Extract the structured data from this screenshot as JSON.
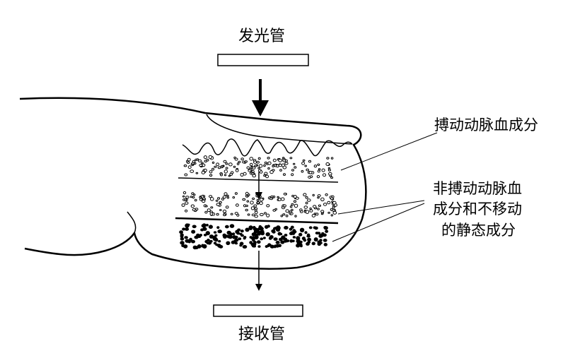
{
  "labels": {
    "emitter": "发光管",
    "receiver": "接收管",
    "pulsatile": "搏动动脉血成分",
    "nonpulsatile_line1": "非搏动动脉血",
    "nonpulsatile_line2": "成分和不移动",
    "nonpulsatile_line3": "的静态成分"
  },
  "colors": {
    "ink": "#000000",
    "paper": "#ffffff"
  },
  "icons": {
    "incoming_arrow": "down-arrow-icon",
    "outgoing_arrow": "down-arrow-icon"
  }
}
